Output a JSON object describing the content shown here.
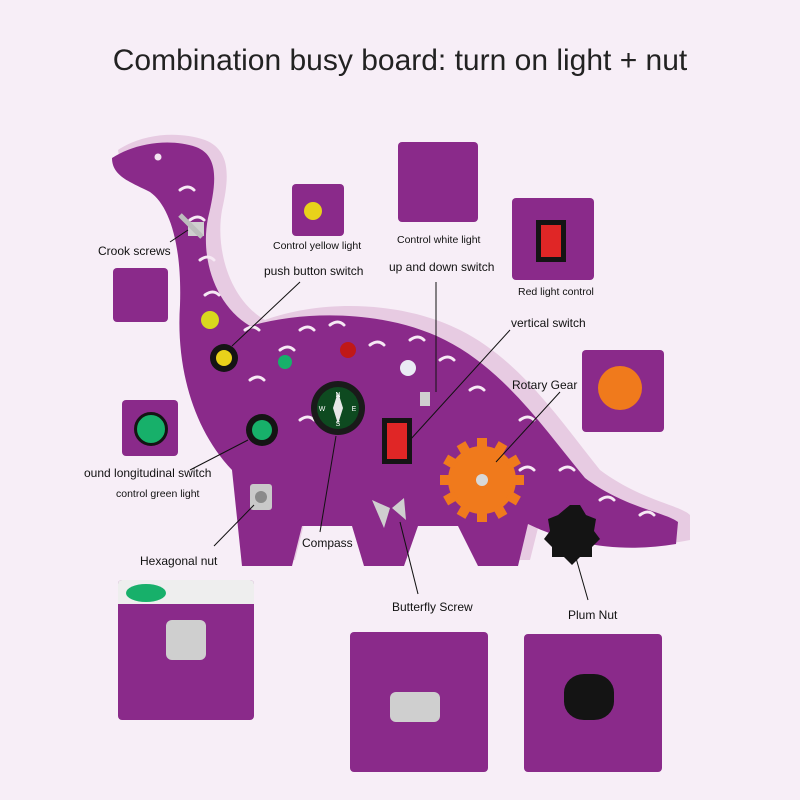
{
  "title": "Combination busy board: turn on light + nut",
  "labels": {
    "crook_screws": "Crook screws",
    "control_yellow_light": "Control yellow light",
    "push_button_switch": "push button switch",
    "control_white_light": "Control white light",
    "up_down_switch": "up and down switch",
    "red_light_control": "Red light control",
    "vertical_switch": "vertical switch",
    "rotary_gear": "Rotary Gear",
    "round_longitudinal_switch": "ound longitudinal switch",
    "control_green_light": "control green light",
    "hexagonal_nut": "Hexagonal nut",
    "compass": "Compass",
    "butterfly_screw": "Butterfly Screw",
    "plum_nut": "Plum Nut"
  },
  "compass_letters": [
    "N",
    "E",
    "S",
    "W"
  ],
  "colors": {
    "background": "#f7eef7",
    "board_purple": "#8a2a8a",
    "board_edge": "#e7cbe2",
    "gear_orange": "#f07a1c",
    "red_switch": "#e02626",
    "green_light": "#17b06a",
    "yellow_light": "#e8d21a",
    "nut_black": "#141414"
  }
}
